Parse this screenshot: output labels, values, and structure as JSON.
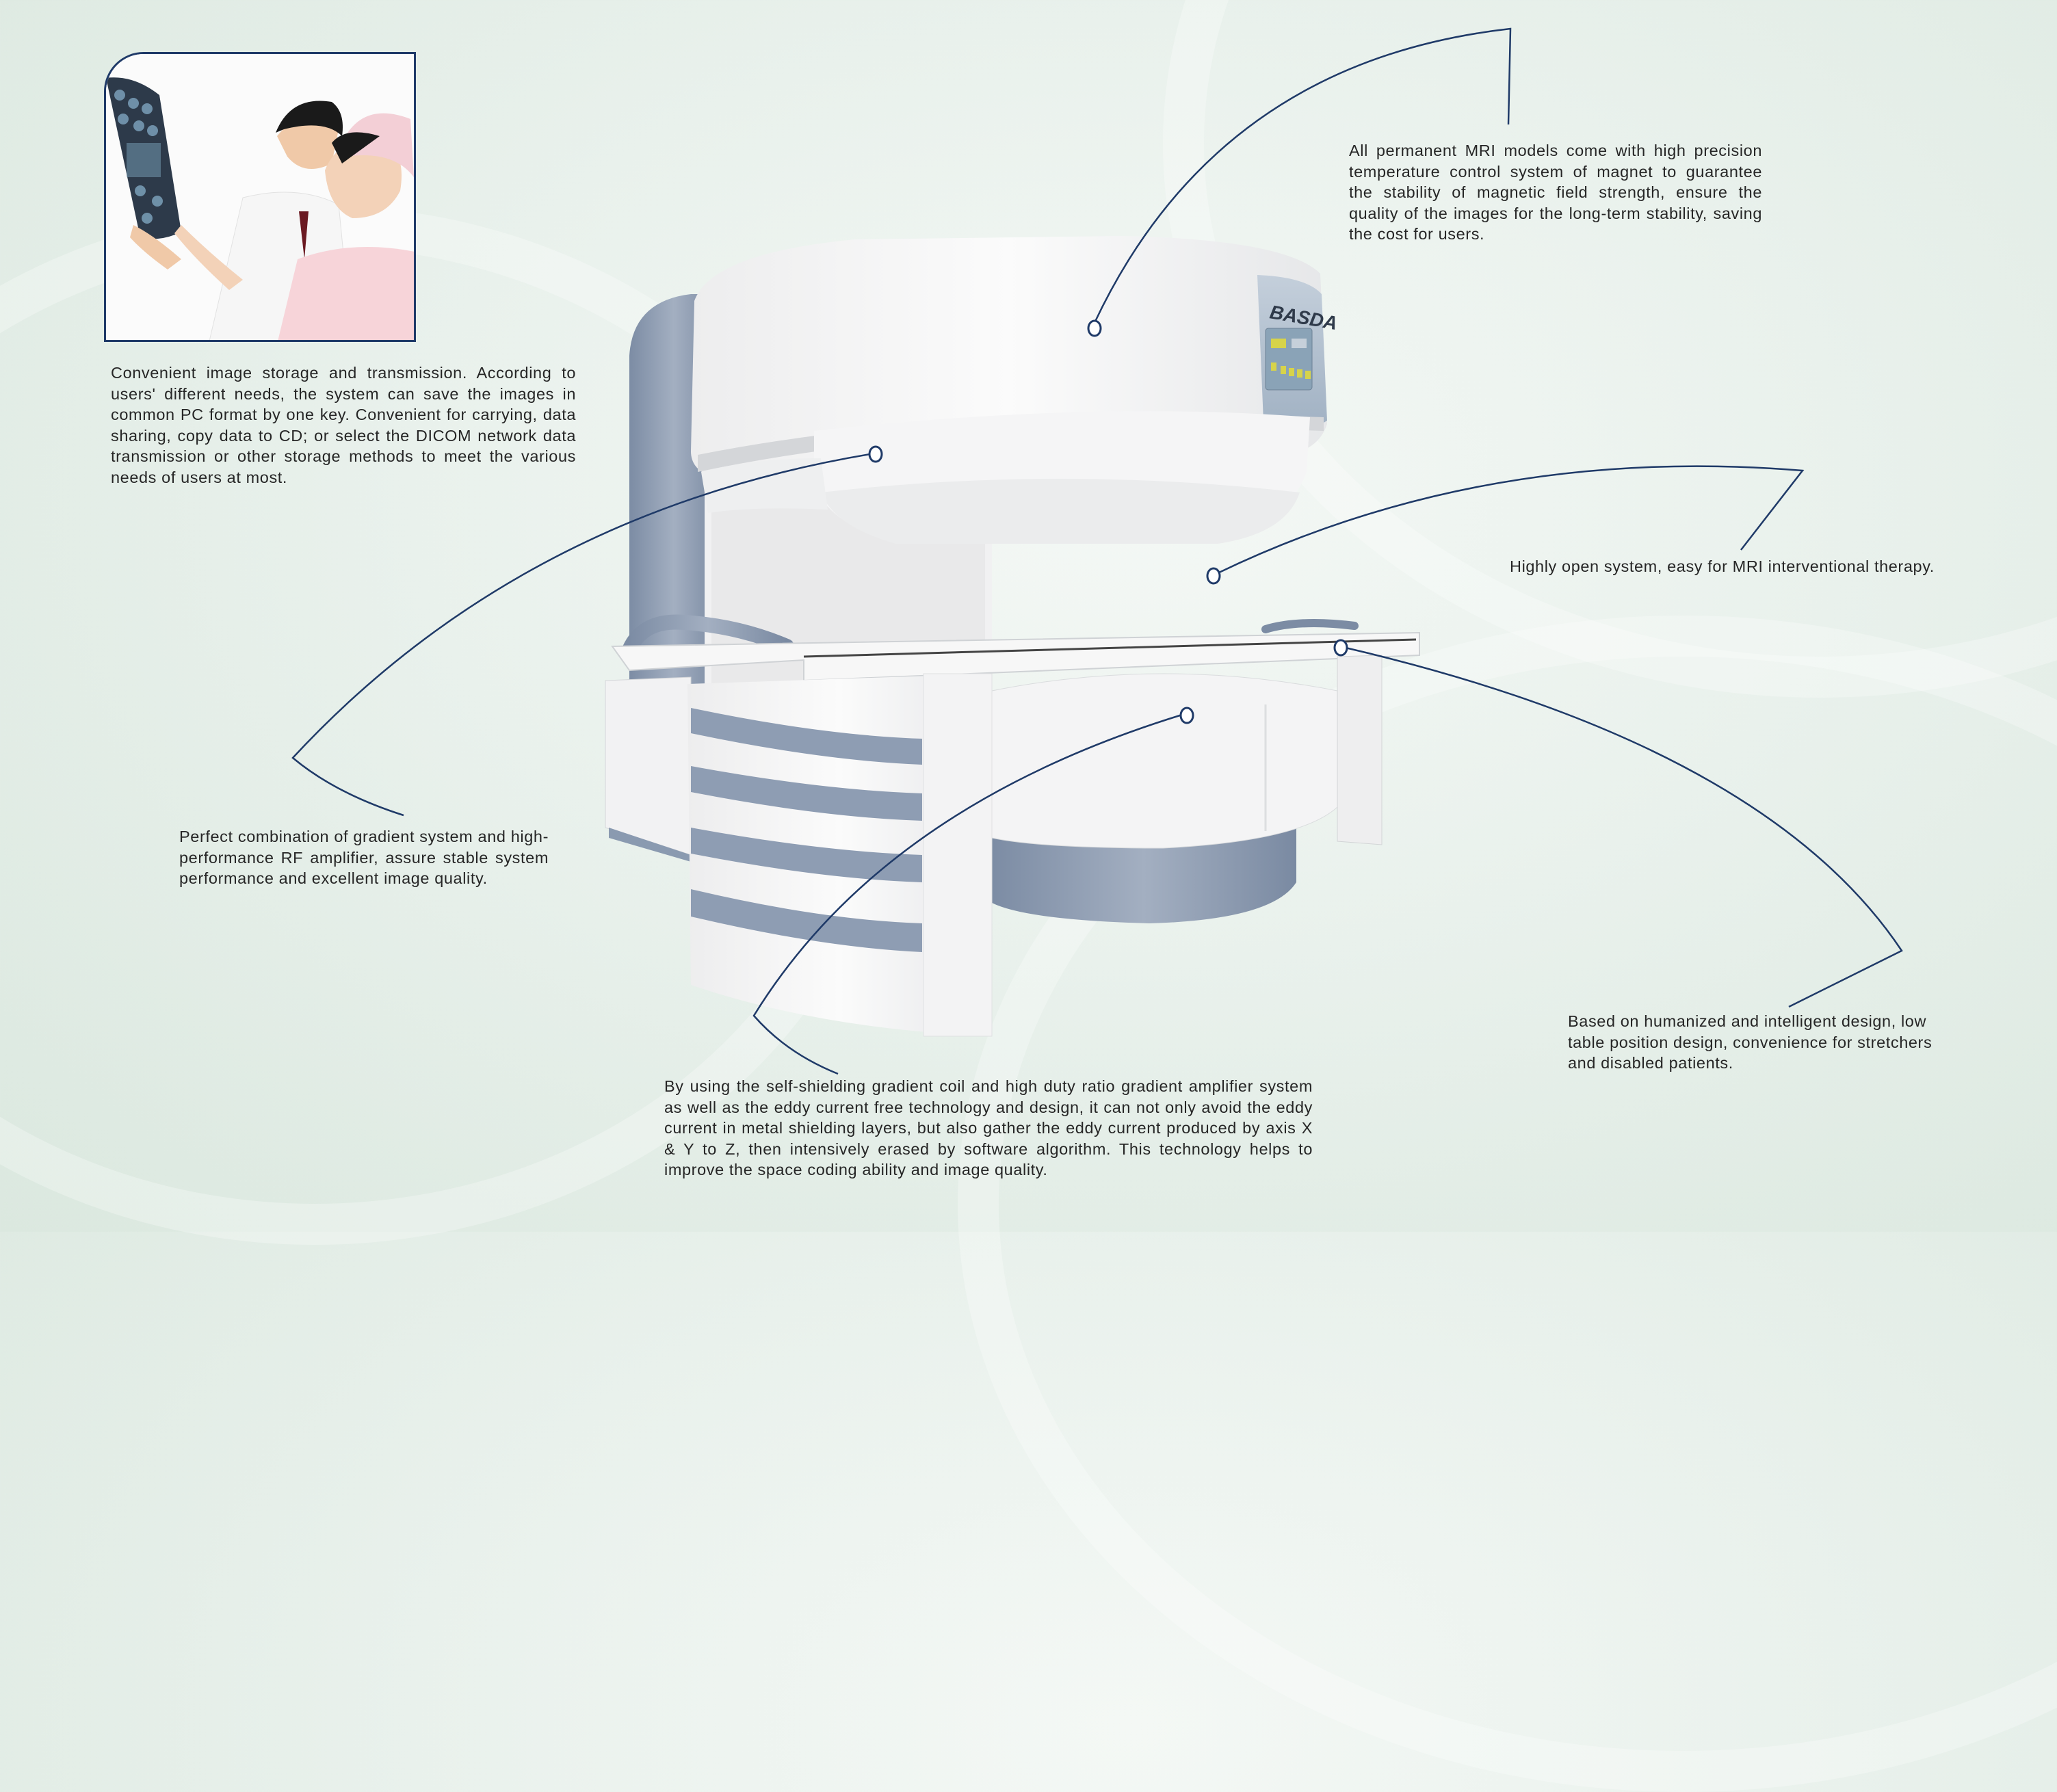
{
  "page": {
    "background_color": "#e4eee8",
    "accent_line_color": "#1f3a68"
  },
  "photo": {
    "description": "Doctor and nurse examining an MRI film",
    "frame_color": "#1f3a68"
  },
  "machine": {
    "brand": "BASDA",
    "body_color": "#f4f5f6",
    "accent_color": "#8e9db3"
  },
  "callouts": [
    {
      "id": "storage",
      "text": "Convenient image storage and transmission. According to users' different needs, the system can save the images in common PC format by one key. Convenient for carrying, data sharing, copy data to CD; or select the DICOM network data transmission or other storage methods to meet the various needs of users at most."
    },
    {
      "id": "temperature",
      "text": "All permanent MRI models come with high precision temperature control system of magnet to guarantee the stability of magnetic field strength, ensure the quality of the images for the long-term stability, saving the cost for users."
    },
    {
      "id": "open-system",
      "text": "Highly open system, easy for MRI interventional therapy."
    },
    {
      "id": "gradient-rf",
      "text": "Perfect combination of gradient system and high-performance RF amplifier, assure stable system performance and excellent image quality."
    },
    {
      "id": "low-table",
      "text": "Based on humanized and intelligent design, low table position design, convenience for stretchers and disabled patients."
    },
    {
      "id": "eddy-current",
      "text": "By using the self-shielding gradient coil and high duty ratio gradient amplifier system as well as the eddy current free technology and design, it can not only avoid the eddy current in metal shielding layers, but also gather the eddy current produced by axis X & Y to Z, then intensively erased by software algorithm. This technology helps to improve the space coding ability and image quality."
    }
  ]
}
